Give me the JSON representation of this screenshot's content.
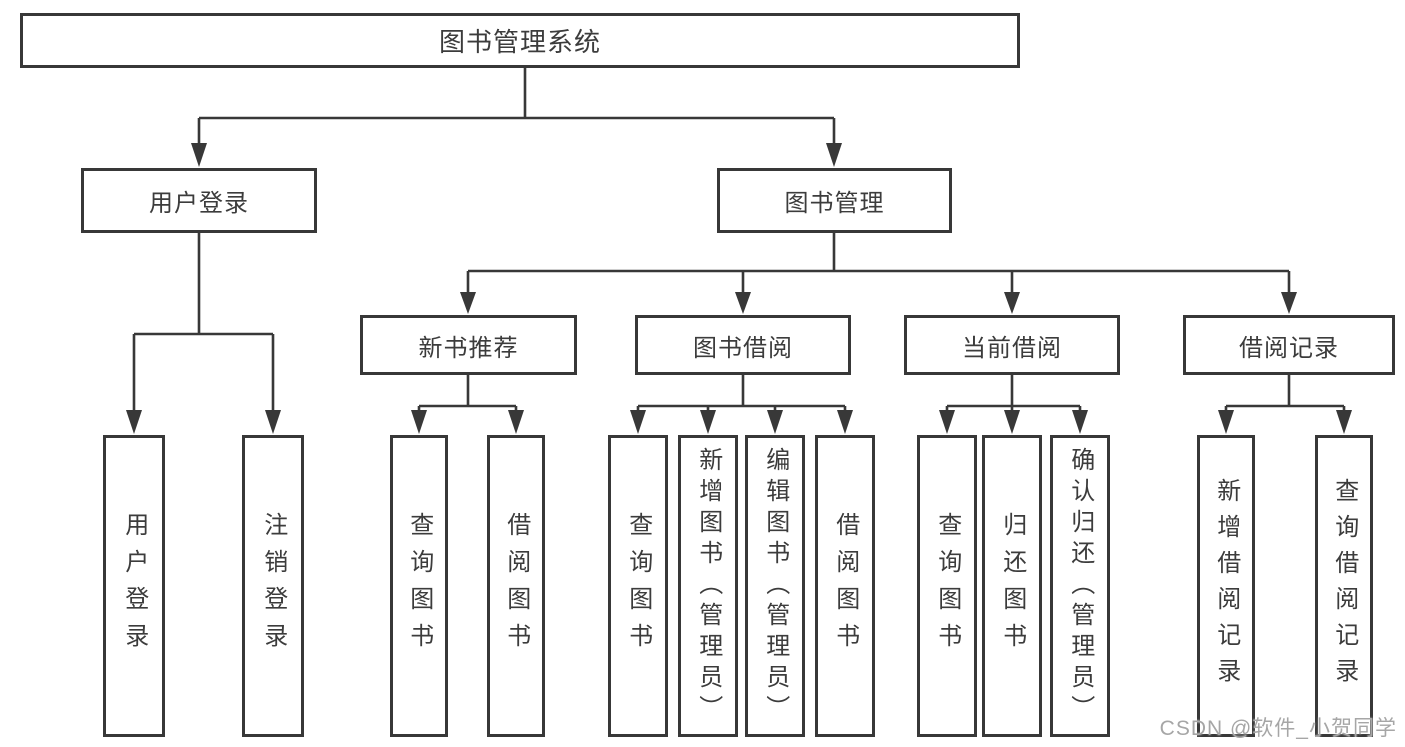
{
  "tree": {
    "root": "图书管理系统",
    "children": [
      {
        "label": "用户登录",
        "children": [
          {
            "label": "用户登录"
          },
          {
            "label": "注销登录"
          }
        ]
      },
      {
        "label": "图书管理",
        "children": [
          {
            "label": "新书推荐",
            "children": [
              {
                "label": "查询图书"
              },
              {
                "label": "借阅图书"
              }
            ]
          },
          {
            "label": "图书借阅",
            "children": [
              {
                "label": "查询图书"
              },
              {
                "label": "新增图书（管理员）"
              },
              {
                "label": "编辑图书（管理员）"
              },
              {
                "label": "借阅图书"
              }
            ]
          },
          {
            "label": "当前借阅",
            "children": [
              {
                "label": "查询图书"
              },
              {
                "label": "归还图书"
              },
              {
                "label": "确认归还（管理员）"
              }
            ]
          },
          {
            "label": "借阅记录",
            "children": [
              {
                "label": "新增借阅记录"
              },
              {
                "label": "查询借阅记录"
              }
            ]
          }
        ]
      }
    ]
  },
  "watermark": {
    "text": "CSDN @软件_小贺同学",
    "color": "#a6a6a6"
  },
  "colors": {
    "line": "#383838",
    "text": "#3c3c3c",
    "background": "#ffffff"
  }
}
